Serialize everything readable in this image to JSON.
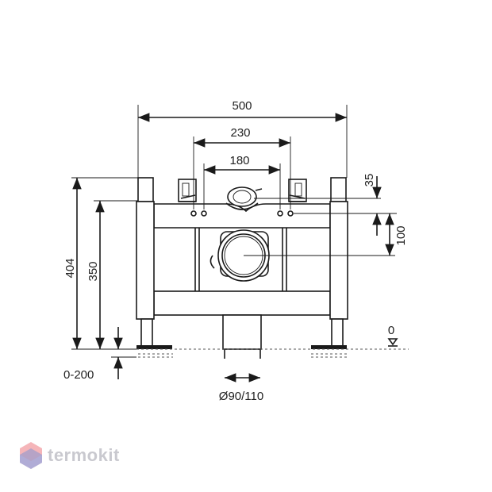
{
  "dimensions": {
    "overall_width": "500",
    "bracket_span": "230",
    "inner_span": "180",
    "height_total": "404",
    "height_frame": "350",
    "offset_top": "35",
    "offset_mid": "100",
    "floor_level": "0",
    "leg_adjust": "0-200",
    "pipe_diameter": "Ø90/110"
  },
  "brand": {
    "name": "termokit",
    "logo_colors": [
      "#e85a64",
      "#6b8fd6",
      "#a9b6e6"
    ]
  }
}
